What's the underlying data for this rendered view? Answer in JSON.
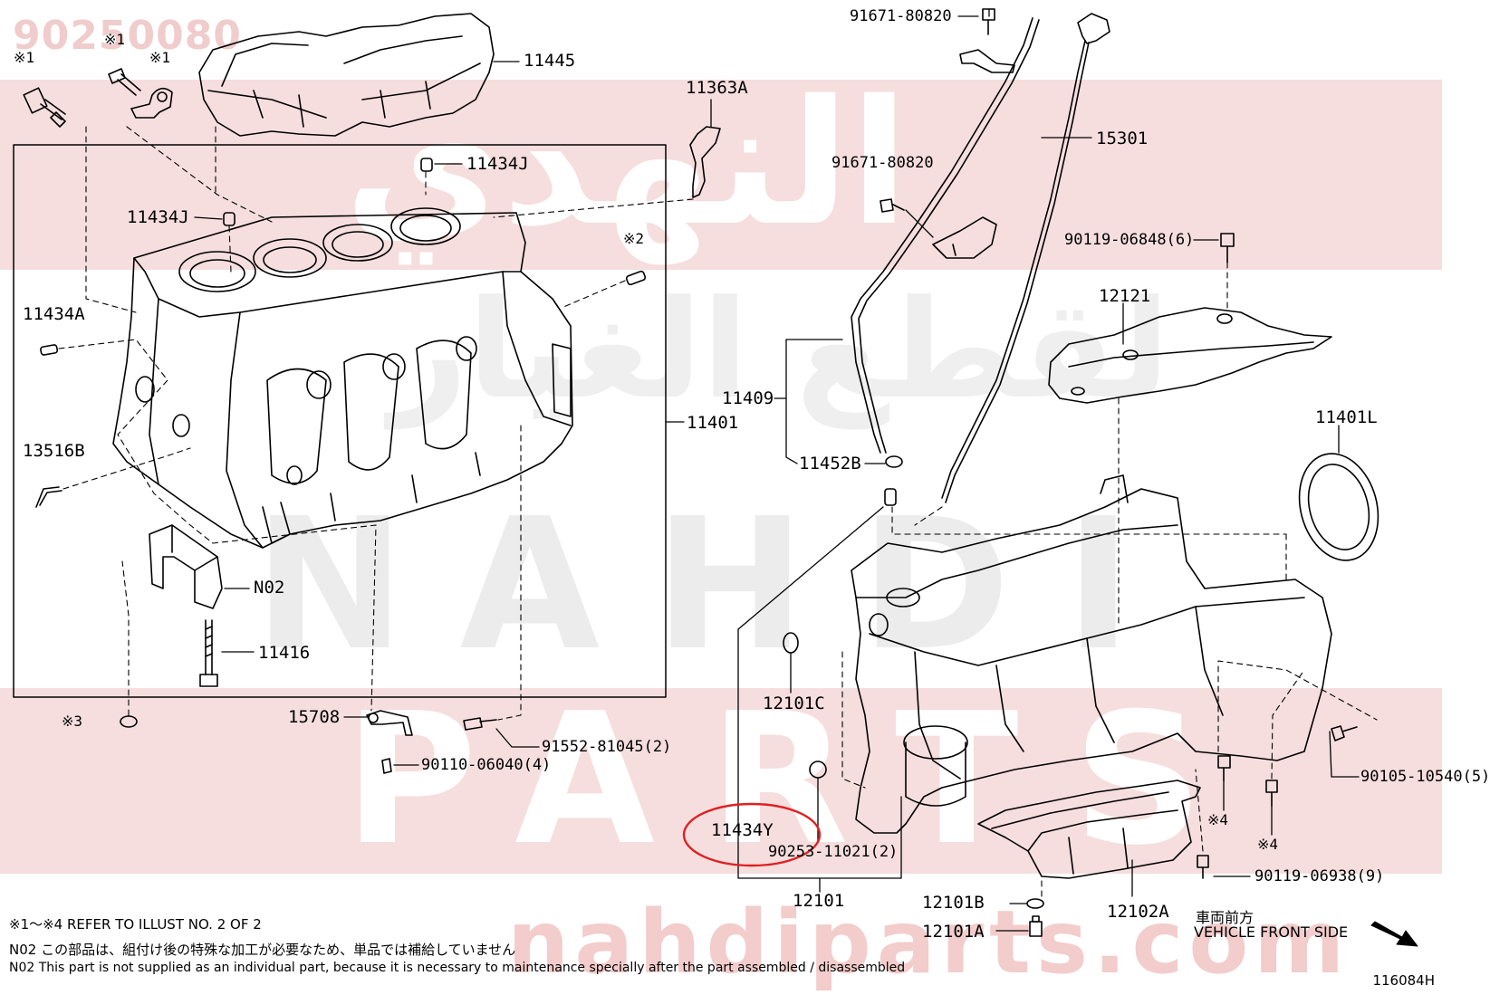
{
  "watermarks": {
    "part_number": "90250080",
    "arabic": "النهدي",
    "arabic_2": "لقطع الغيار",
    "line_1": "NAHDI",
    "line_2": "PARTS",
    "url": "nahdiparts.com"
  },
  "callouts": {
    "p11445": "11445",
    "p11363a": "11363A",
    "p15301": "15301",
    "p91671_top": "91671-80820",
    "p91671_mid": "91671-80820",
    "p11434j_a": "11434J",
    "p11434j_b": "11434J",
    "p90119_06848": "90119-06848(6)",
    "p12121": "12121",
    "p11434a": "11434A",
    "p11409": "11409",
    "p11401": "11401",
    "p11401l": "11401L",
    "p13516b": "13516B",
    "p11452b": "11452B",
    "pn02": "N02",
    "p11416": "11416",
    "p12101c": "12101C",
    "p15708": "15708",
    "p91552": "91552-81045(2)",
    "p90110": "90110-06040(4)",
    "p90105": "90105-10540(5)",
    "p11434y": "11434Y",
    "p90253": "90253-11021(2)",
    "p90119_06938": "90119-06938(9)",
    "p12101": "12101",
    "p12101b": "12101B",
    "p12101a": "12101A",
    "p12102a": "12102A"
  },
  "marks": {
    "m1a": "※1",
    "m1b": "※1",
    "m1c": "※1",
    "m2": "※2",
    "m3": "※3",
    "m4a": "※4",
    "m4b": "※4"
  },
  "notes": {
    "refer": "※1～※4  REFER TO ILLUST NO. 2 OF 2",
    "n02_jp": "N02  この部品は、組付け後の特殊な加工が必要なため、単品では補給していません",
    "n02_en": "N02  This part is not supplied as an individual part, because it is necessary to maintenance specially after the part assembled / disassembled"
  },
  "front_label": {
    "jp": "車両前方",
    "en": "VEHICLE FRONT SIDE"
  },
  "illustration_code": "116084H",
  "colors": {
    "highlight": "#e02020",
    "watermark_band": "#f6dede",
    "line": "#000000"
  },
  "icons": {
    "front_arrow": "arrow-down-right-icon"
  }
}
